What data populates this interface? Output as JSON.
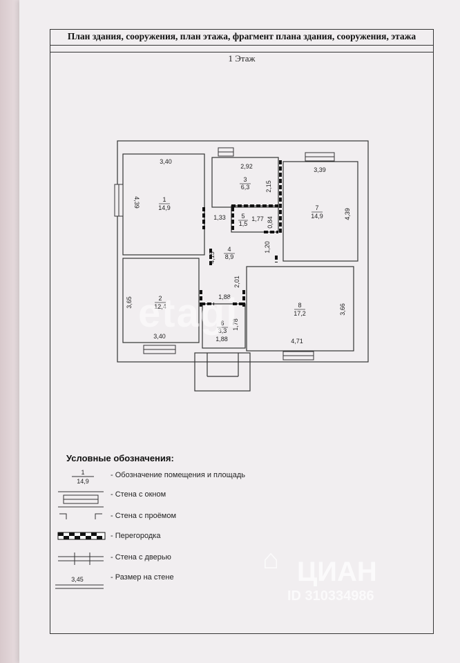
{
  "document": {
    "title": "План здания, сооружения, план этажа, фрагмент плана здания, сооружения, этажа",
    "floor": "1 Этаж"
  },
  "rooms": [
    {
      "number": "1",
      "area": "14,9"
    },
    {
      "number": "2",
      "area": "12,4"
    },
    {
      "number": "3",
      "area": "6,3"
    },
    {
      "number": "4",
      "area": "8,9"
    },
    {
      "number": "5",
      "area": "1,5"
    },
    {
      "number": "6",
      "area": "3,3"
    },
    {
      "number": "7",
      "area": "14,9"
    },
    {
      "number": "8",
      "area": "17,2"
    }
  ],
  "dimensions": {
    "r1_width": "3,40",
    "r1_height": "4,39",
    "r3_width": "2,92",
    "r3_height": "2,15",
    "r7_width": "3,39",
    "r7_height": "4,39",
    "corr_1_33": "1,33",
    "corr_1_77": "1,77",
    "r5_0_84": "0,84",
    "corr_4_15": "4,15",
    "corr_1_20": "1,20",
    "corr_2_01": "2,01",
    "r2_height": "3,65",
    "r2_width": "3,40",
    "r6_1_88_top": "1,88",
    "r6_1_88_bottom": "1,88",
    "r6_1_78": "1,78",
    "r8_height": "3,66",
    "r8_width": "4,71"
  },
  "legend": {
    "title": "Условные обозначения:",
    "sample_number": "1",
    "sample_area": "14,9",
    "items": [
      "- Обозначение помещения и площадь",
      "- Стена с окном",
      "- Стена с проёмом",
      "- Перегородка",
      "- Стена с дверью",
      "- Размер на стене"
    ],
    "dim_sample": "3,45"
  },
  "watermark": {
    "center": "etagi",
    "brand": "ЦИАН",
    "id": "ID 310334986"
  }
}
